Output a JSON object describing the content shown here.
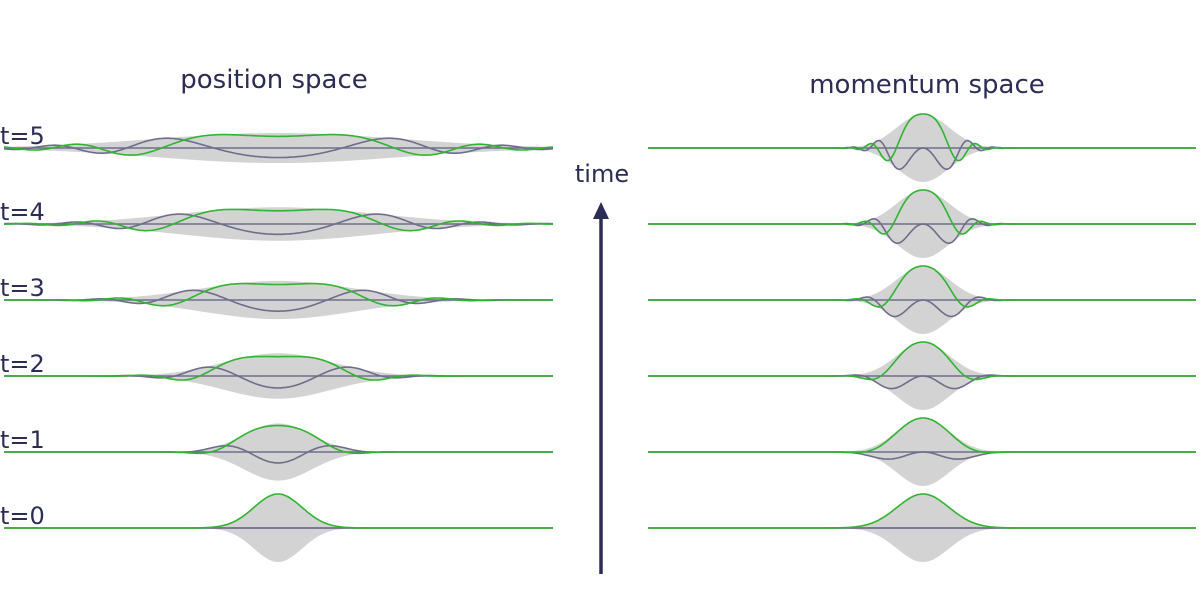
{
  "titles": {
    "position": "position space",
    "momentum": "momentum space"
  },
  "time_label": "time",
  "time_steps": [
    {
      "label": "t=0",
      "t": 0
    },
    {
      "label": "t=1",
      "t": 1
    },
    {
      "label": "t=2",
      "t": 2
    },
    {
      "label": "t=3",
      "t": 3
    },
    {
      "label": "t=4",
      "t": 4
    },
    {
      "label": "t=5",
      "t": 5
    }
  ],
  "colors": {
    "envelope": "#d3d3d3",
    "real_part": "#2fb52f",
    "imag_part": "#6e6e8c",
    "axis": "#6e6e8c",
    "text": "#2b2d55",
    "arrow": "#2b2d55"
  }
}
